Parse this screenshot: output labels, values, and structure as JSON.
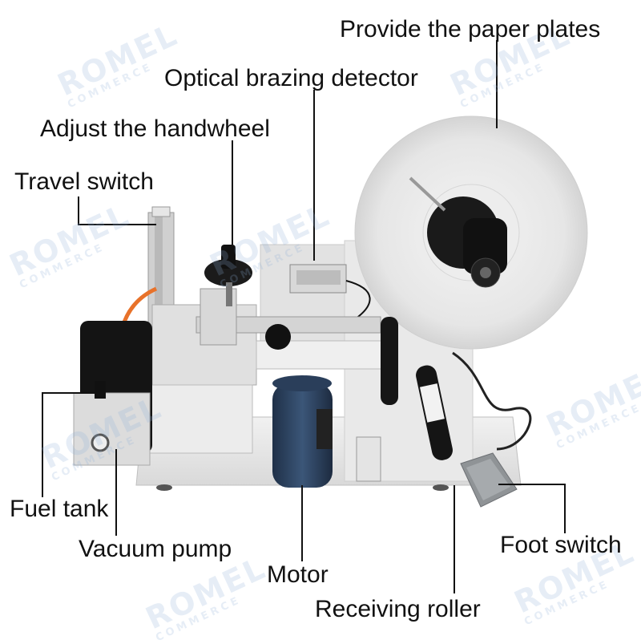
{
  "labels": {
    "paper_plates": "Provide the paper plates",
    "optical_detector": "Optical brazing detector",
    "handwheel": "Adjust the handwheel",
    "travel_switch": "Travel switch",
    "fuel_tank": "Fuel tank",
    "vacuum_pump": "Vacuum pump",
    "motor": "Motor",
    "foot_switch": "Foot switch",
    "receiving_roller": "Receiving roller"
  },
  "watermark": {
    "brand": "ROMEL",
    "sub": "COMMERCE"
  },
  "colors": {
    "text": "#111111",
    "leader": "#111111",
    "watermark": "#8fb0d8",
    "frame": "#d8d8d8",
    "motor": "#2e4563",
    "pedal": "#8f9396"
  }
}
